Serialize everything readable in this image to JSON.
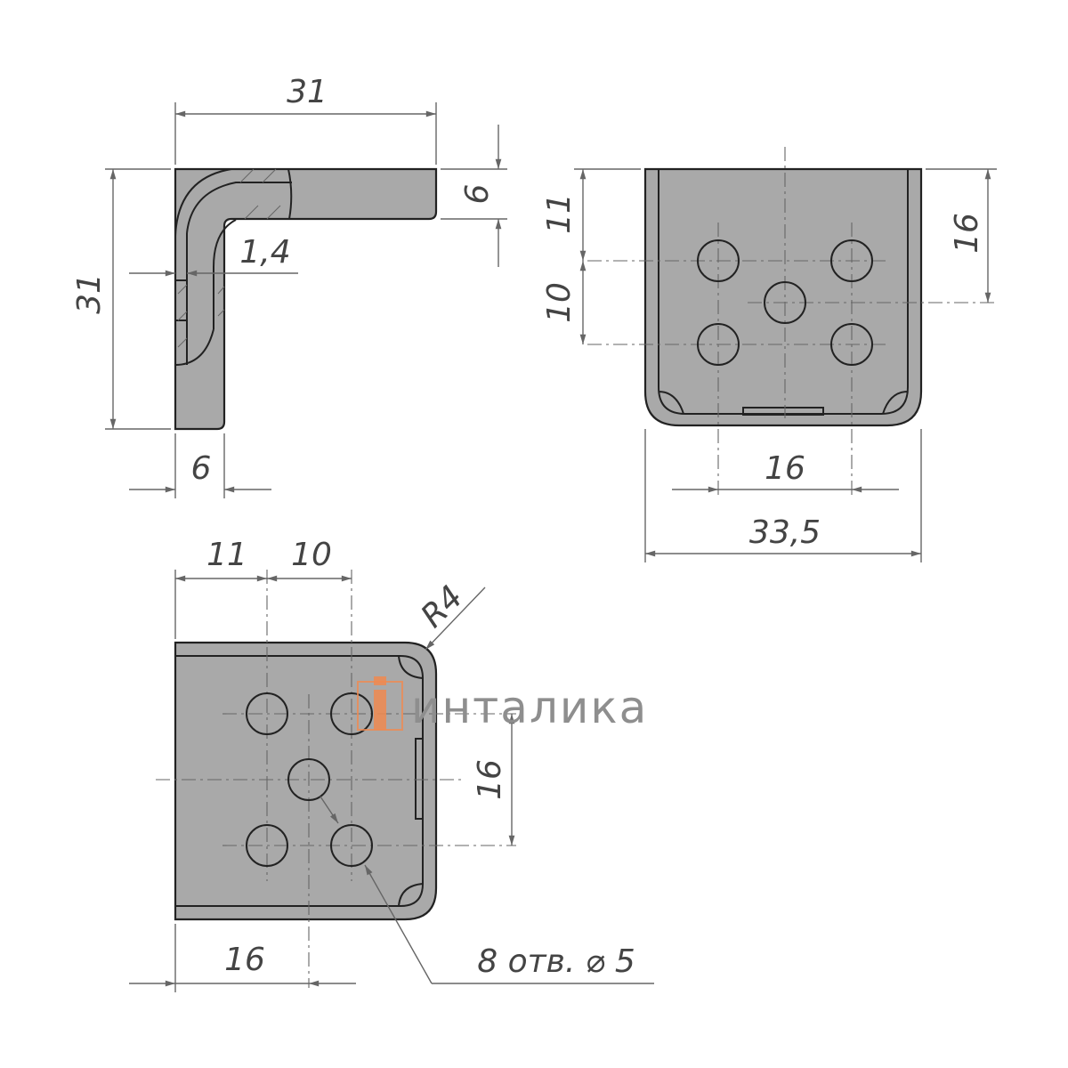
{
  "side_view": {
    "width_top": "31",
    "height_left": "31",
    "flange_thickness": "6",
    "leg_thickness": "6",
    "sheet_thickness": "1,4"
  },
  "front_view": {
    "dim_top_offset": "11",
    "dim_hole_spacing_v": "10",
    "dim_center_height": "16",
    "dim_hole_spacing_h": "16",
    "overall_width": "33,5"
  },
  "bottom_view": {
    "dim_edge_offset": "11",
    "dim_hole_spacing": "10",
    "radius": "R4",
    "dim_hole_v": "16",
    "dim_center_offset": "16",
    "holes_note": "8 отв. ⌀ 5"
  },
  "logo": {
    "text": "инталика",
    "accent_color": "#f08a50"
  }
}
